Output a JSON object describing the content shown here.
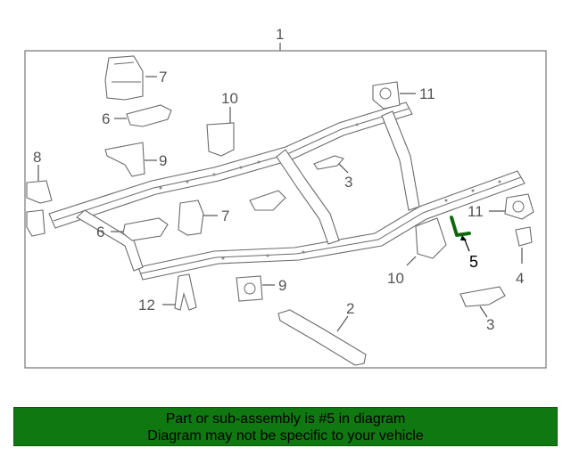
{
  "callouts": {
    "c1": "1",
    "c2": "2",
    "c3a": "3",
    "c3b": "3",
    "c4": "4",
    "c5": "5",
    "c6a": "6",
    "c6b": "6",
    "c7a": "7",
    "c7b": "7",
    "c8": "8",
    "c9a": "9",
    "c9b": "9",
    "c10a": "10",
    "c10b": "10",
    "c11a": "11",
    "c11b": "11",
    "c12": "12"
  },
  "banner": {
    "line1": "Part or sub-assembly is #5 in diagram",
    "line2": "Diagram may not be specific to your vehicle"
  },
  "colors": {
    "banner_bg": "#107810",
    "highlight_part": "#107810",
    "line": "#6b6b6b"
  }
}
